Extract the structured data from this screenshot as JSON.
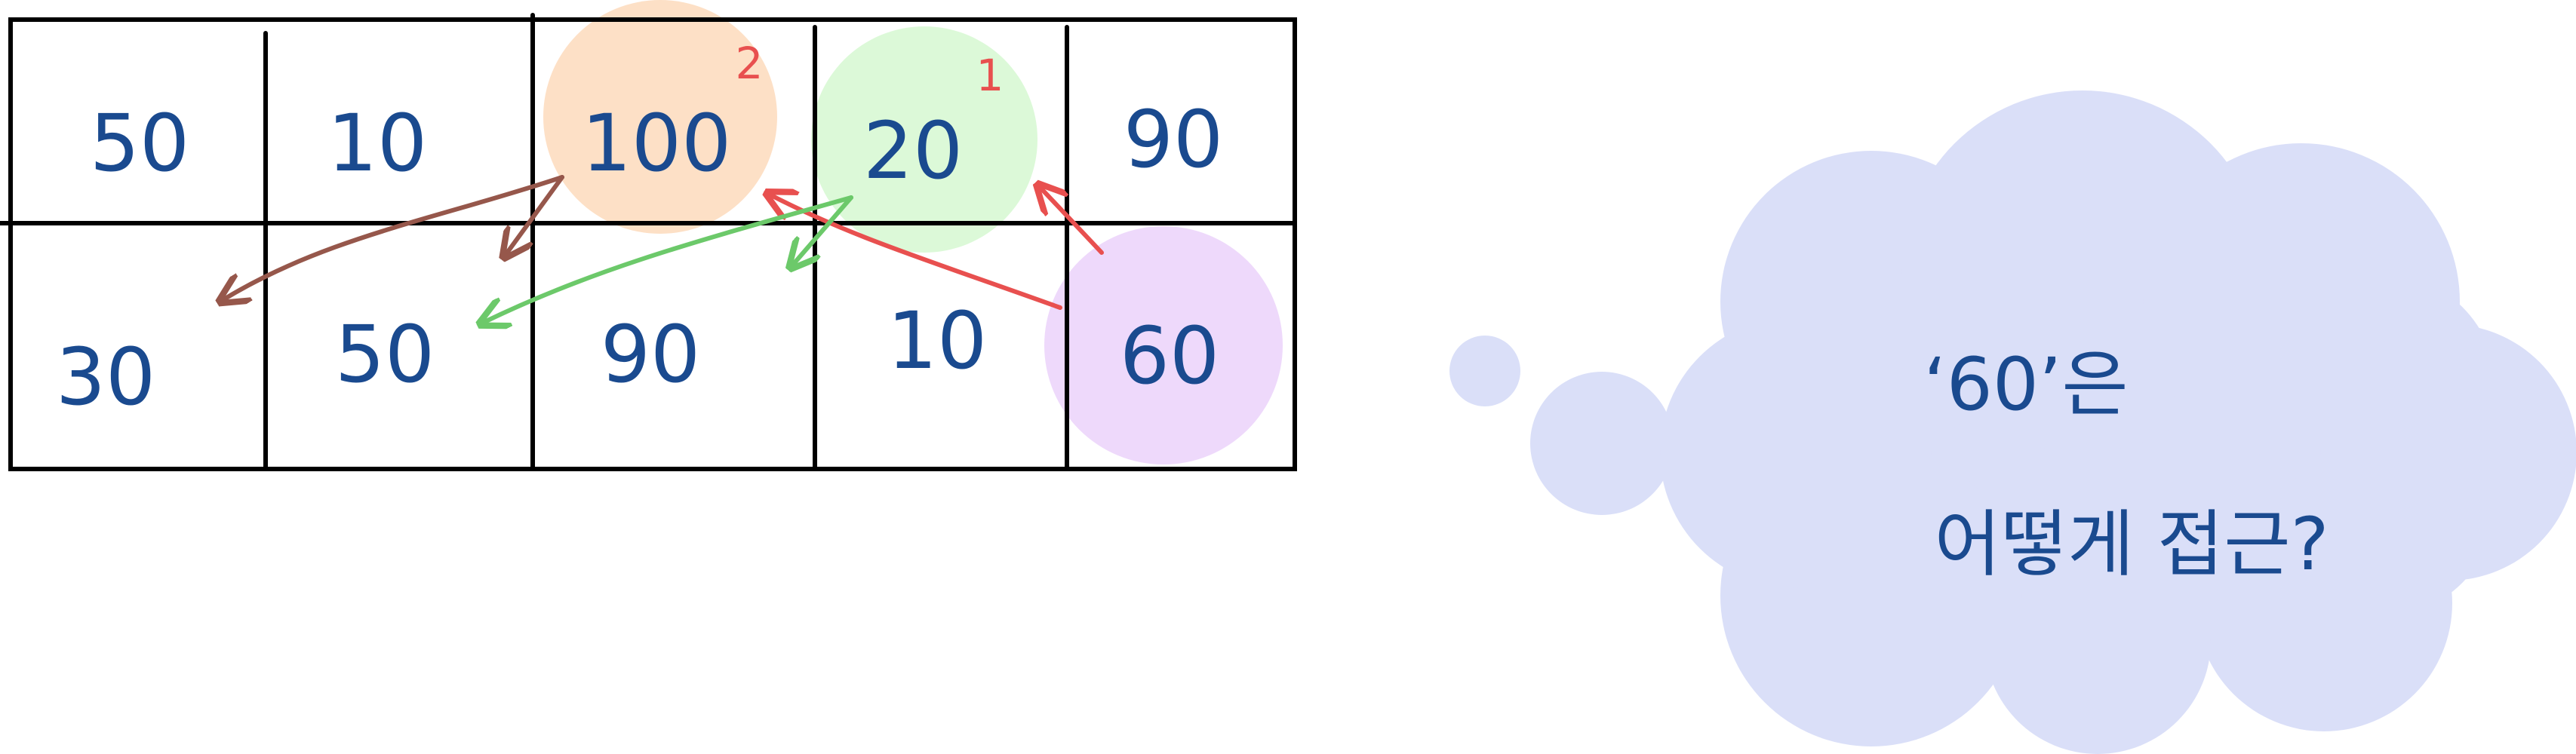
{
  "grid": {
    "rows": [
      [
        "50",
        "10",
        "100",
        "20",
        "90"
      ],
      [
        "30",
        "50",
        "90",
        "10",
        "60"
      ]
    ]
  },
  "marks": {
    "first": "1",
    "second": "2"
  },
  "colors": {
    "ink": "#1a4a8f",
    "red": "#e8504f",
    "green": "#6cc96a",
    "brown": "#96574b",
    "orange_highlight": "#fde0c6",
    "green_highlight": "#dcf9d8",
    "purple_highlight": "#eed9fb",
    "cloud": "#dadff8"
  },
  "cloud": {
    "line1": "‘60’은",
    "line2": "어떻게 접근?"
  }
}
